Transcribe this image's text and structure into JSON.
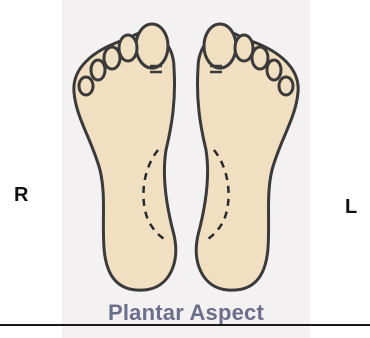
{
  "labels": {
    "right_side": "R",
    "left_side": "L",
    "caption": "Plantar Aspect"
  },
  "colors": {
    "background_panel": "#f4f1f2",
    "foot_fill": "#f1dfc2",
    "foot_outline": "#3a3a3a",
    "caption_color": "#6b6f8c"
  }
}
